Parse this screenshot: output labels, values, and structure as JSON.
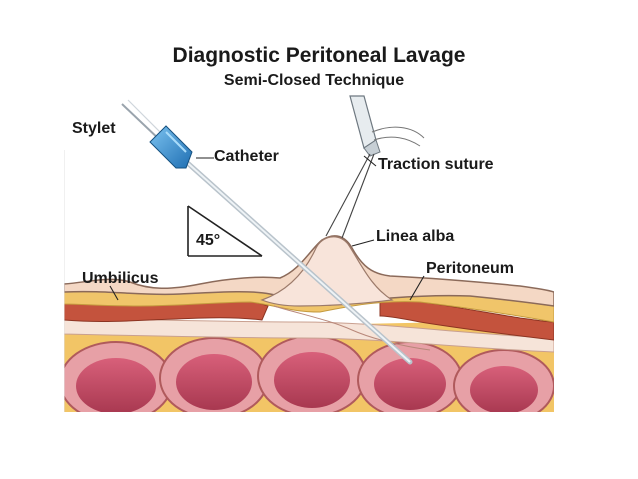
{
  "title": "Diagnostic Peritoneal Lavage",
  "subtitle": "Semi-Closed Technique",
  "labels": {
    "stylet": "Stylet",
    "catheter": "Catheter",
    "traction_suture": "Traction suture",
    "angle": "45°",
    "linea_alba": "Linea alba",
    "umbilicus": "Umbilicus",
    "peritoneum": "Peritoneum"
  },
  "colors": {
    "skin": "#f3d9c8",
    "fat": "#f0c469",
    "muscle": "#c8513e",
    "peritoneum": "#f6e3d8",
    "bowel_wall": "#e9a0a8",
    "bowel_lumen": "#c94c60",
    "hub": "#3a8fd0"
  }
}
